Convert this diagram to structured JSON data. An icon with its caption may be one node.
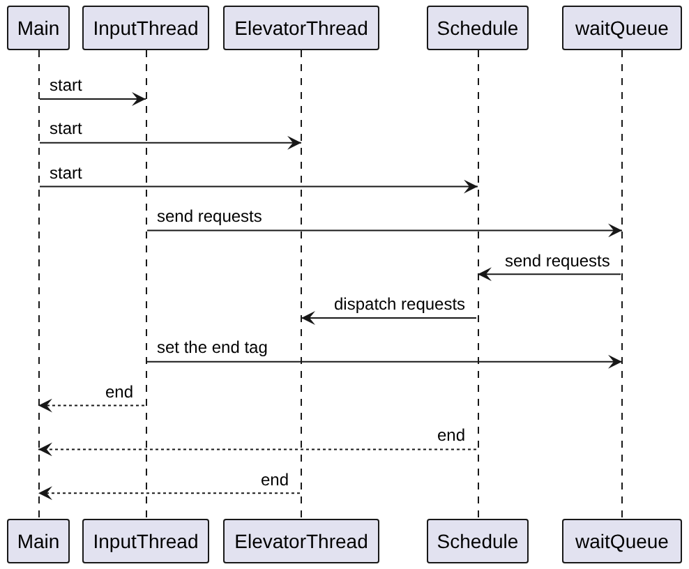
{
  "diagram": {
    "nodes": [
      {
        "text": [
          "Main"
        ]
      },
      {
        "text": [
          "InputThread"
        ]
      },
      {
        "text": [
          "ElevatorThread"
        ]
      },
      {
        "text": [
          "Schedule"
        ]
      },
      {
        "text": [
          "waitQueue"
        ]
      },
      {
        "text": [],
        "shape": "line"
      },
      {
        "text": [],
        "shape": "line"
      },
      {
        "text": [],
        "shape": "line"
      },
      {
        "text": [],
        "shape": "line"
      },
      {
        "text": [],
        "shape": "line"
      },
      {
        "text": [
          "Main"
        ]
      },
      {
        "text": [
          "InputThread"
        ]
      },
      {
        "text": [
          "ElevatorThread"
        ]
      },
      {
        "text": [
          "Schedule"
        ]
      },
      {
        "text": [
          "waitQueue"
        ]
      }
    ],
    "edges": [
      {
        "from": 5,
        "to": 6,
        "arrow": "to",
        "label": "start"
      },
      {
        "from": 5,
        "to": 7,
        "arrow": "to",
        "label": "start"
      },
      {
        "from": 5,
        "to": 8,
        "arrow": "to",
        "label": "start"
      },
      {
        "from": 6,
        "to": 9,
        "arrow": "to",
        "label": "send requests"
      },
      {
        "from": 9,
        "to": 8,
        "arrow": "to",
        "label": "send requests"
      },
      {
        "from": 8,
        "to": 7,
        "arrow": "to",
        "label": "dispatch requests"
      },
      {
        "from": 6,
        "to": 9,
        "arrow": "to",
        "label": "set the end tag"
      },
      {
        "from": 6,
        "to": 5,
        "arrow": "to",
        "label": "end",
        "style": "dashed"
      },
      {
        "from": 8,
        "to": 5,
        "arrow": "to",
        "label": "end",
        "style": "dashed"
      },
      {
        "from": 7,
        "to": 5,
        "arrow": "to",
        "label": "end",
        "style": "dashed"
      }
    ]
  }
}
